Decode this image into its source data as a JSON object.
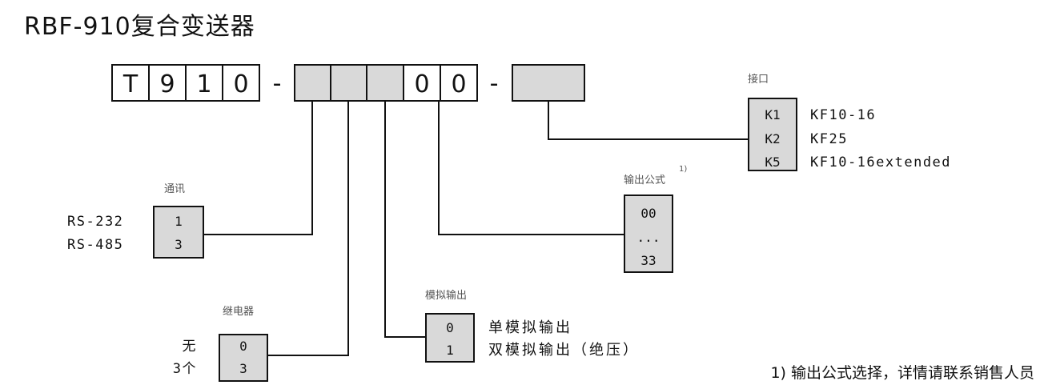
{
  "title": "RBF-910复合变送器",
  "code_boxes": [
    "T",
    "9",
    "1",
    "0",
    "",
    "",
    "",
    "0",
    "0",
    ""
  ],
  "separators": [
    "-",
    "-"
  ],
  "groups": {
    "interface": {
      "header": "接口",
      "codes": [
        "K1",
        "K2",
        "K5"
      ],
      "labels": [
        "KF10-16",
        "KF25",
        "KF10-16extended"
      ]
    },
    "comm": {
      "header": "通讯",
      "codes": [
        "1",
        "3"
      ],
      "labels": [
        "RS-232",
        "RS-485"
      ]
    },
    "relay": {
      "header": "继电器",
      "codes": [
        "0",
        "3"
      ],
      "labels": [
        "无",
        "3个"
      ]
    },
    "analog": {
      "header": "模拟输出",
      "codes": [
        "0",
        "1"
      ],
      "labels": [
        "单模拟输出",
        "双模拟输出（绝压）"
      ]
    },
    "formula": {
      "header": "输出公式",
      "footnote_mark": "1)",
      "codes": [
        "00",
        "...",
        "33"
      ]
    }
  },
  "footnote": "1) 输出公式选择，详情请联系销售人员",
  "colors": {
    "box_fill": "#d9d9d9",
    "line": "#111111"
  }
}
